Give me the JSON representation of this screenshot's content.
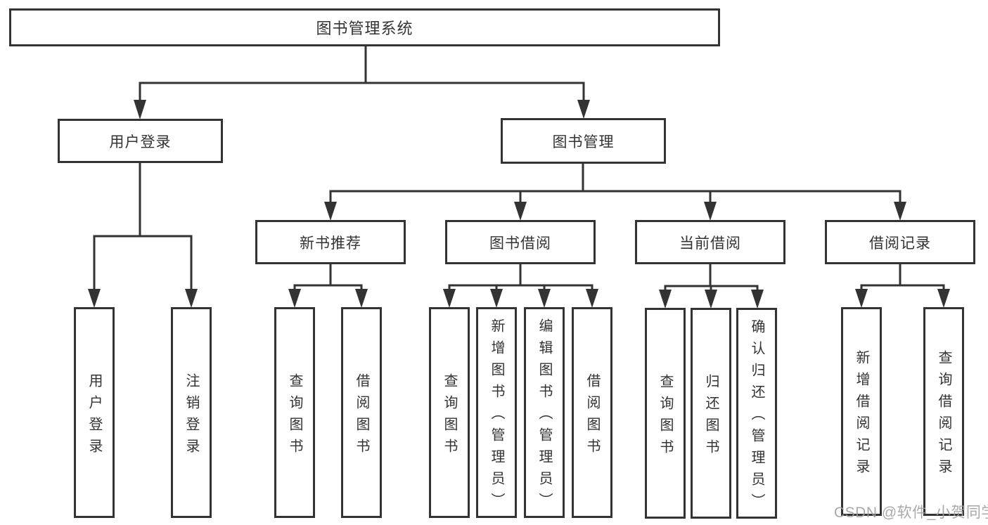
{
  "title": "图书管理系统",
  "level2": {
    "left": "用户登录",
    "right": "图书管理"
  },
  "level3": [
    "新书推荐",
    "图书借阅",
    "当前借阅",
    "借阅记录"
  ],
  "leaves": {
    "user": [
      "用户登录",
      "注销登录"
    ],
    "recommend": [
      "查询图书",
      "借阅图书"
    ],
    "borrow": [
      "查询图书",
      "新增图书（管理员）",
      "编辑图书（管理员）",
      "借阅图书"
    ],
    "current": [
      "查询图书",
      "归还图书",
      "确认归还（管理员）"
    ],
    "records": [
      "新增借阅记录",
      "查询借阅记录"
    ]
  },
  "watermark": "CSDN @软件_小贺同学"
}
